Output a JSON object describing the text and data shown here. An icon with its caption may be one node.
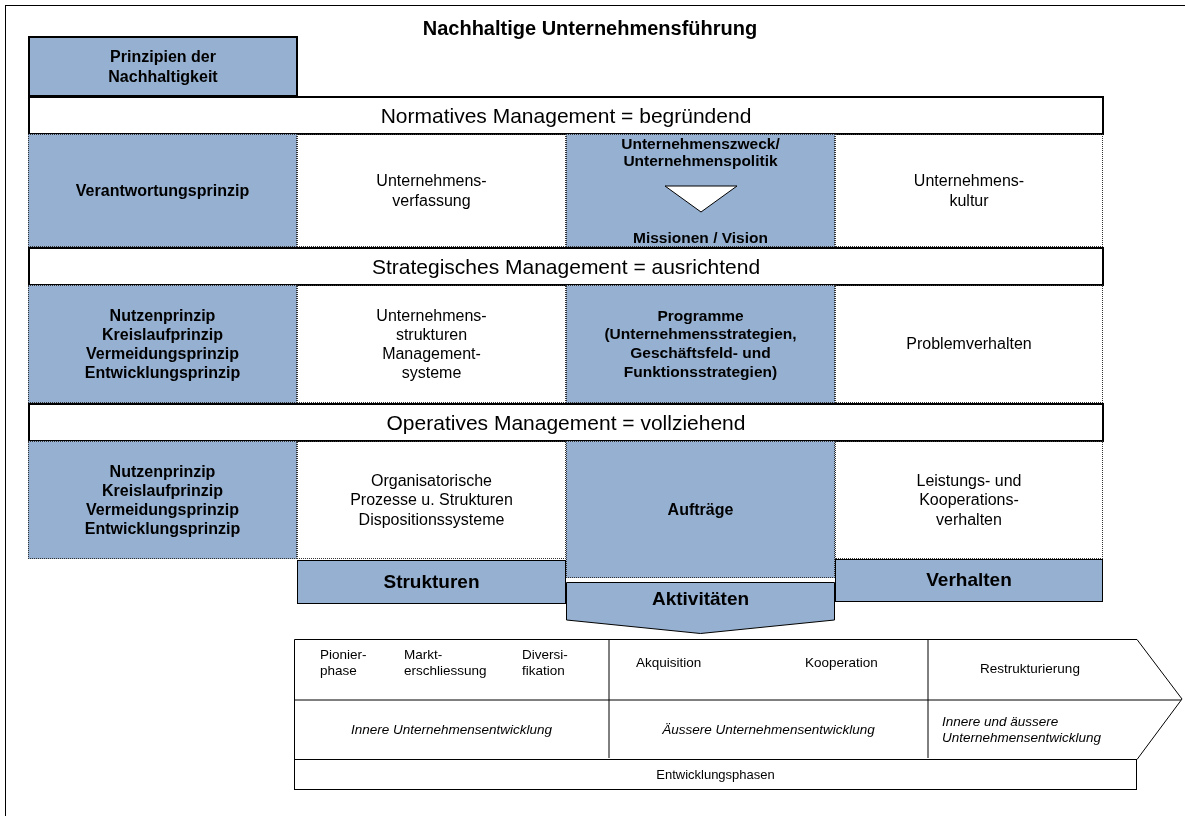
{
  "diagram": {
    "title": "Nachhaltige Unternehmensführung",
    "nodes": [
      {
        "text": [
          "Prinzipien der Nachhaltigkeit"
        ]
      },
      {
        "text": [
          "Normatives Management = begründend"
        ]
      },
      {
        "text": [
          "Verantwortungsprinzip"
        ]
      },
      {
        "text": [
          "Unternehmens- verfassung"
        ]
      },
      {
        "text": [
          "Unternehmenszweck/ Unternehmenspolitik",
          "Missionen / Vision"
        ]
      },
      {
        "text": [
          "Unternehmens- kultur"
        ]
      },
      {
        "text": [
          "Strategisches Management = ausrichtend"
        ]
      },
      {
        "text": [
          "Nutzenprinzip",
          "Kreislaufprinzip",
          "Vermeidungsprinzip",
          "Entwicklungsprinzip"
        ]
      },
      {
        "text": [
          "Unternehmens- strukturen",
          "Management- systeme"
        ]
      },
      {
        "text": [
          "Programme (Unternehmensstrategien, Geschäftsfeld- und Funktionsstrategien)"
        ]
      },
      {
        "text": [
          "Problemverhalten"
        ]
      },
      {
        "text": [
          "Operatives Management = vollziehend"
        ]
      },
      {
        "text": [
          "Nutzenprinzip",
          "Kreislaufprinzip",
          "Vermeidungsprinzip",
          "Entwicklungsprinzip"
        ]
      },
      {
        "text": [
          "Organisatorische Prozesse u. Strukturen",
          "Dispositionssysteme"
        ]
      },
      {
        "text": [
          "Aufträge"
        ]
      },
      {
        "text": [
          "Leistungs- und Kooperations- verhalten"
        ]
      },
      {
        "text": [
          "Strukturen"
        ]
      },
      {
        "text": [
          "Aktivitäten"
        ]
      },
      {
        "text": [
          "Verhalten"
        ]
      },
      {
        "text": [],
        "shape": "arrow"
      },
      {
        "text": [
          "Pionier- phase",
          "Markt- erschliessung",
          "Diversi- fikation"
        ],
        "in": 19
      },
      {
        "text": [
          "Akquisition",
          "Kooperation"
        ],
        "in": 19
      },
      {
        "text": [
          "Restrukturierung"
        ],
        "in": 19
      },
      {
        "text": [
          "Innere Unternehmensentwicklung"
        ],
        "in": 19
      },
      {
        "text": [
          "Äussere Unternehmensentwicklung"
        ],
        "in": 19
      },
      {
        "text": [
          "Innere und äussere Unternehmensentwicklung"
        ],
        "in": 19
      },
      {
        "text": [
          "Entwicklungsphasen"
        ]
      }
    ]
  }
}
